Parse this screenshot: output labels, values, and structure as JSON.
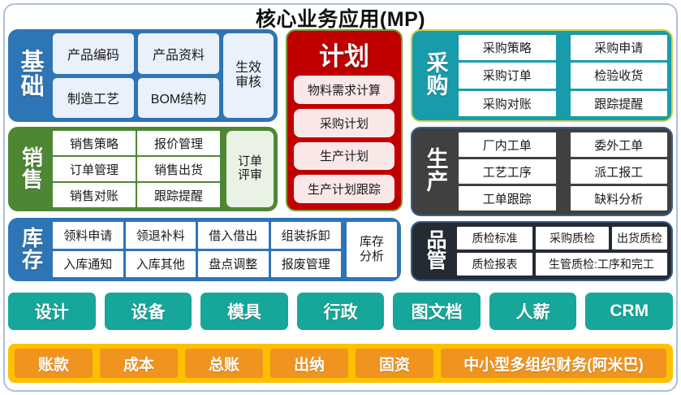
{
  "header": {
    "title": "核心业务应用(MP)"
  },
  "panels": {
    "basic": {
      "title": "基础",
      "color": "#2E75B6",
      "cells": [
        "产品编码",
        "产品资料",
        "制造工艺",
        "BOM结构"
      ],
      "side_cell": "生效\n审核",
      "side_cell_line1": "生效",
      "side_cell_line2": "审核"
    },
    "sales": {
      "title": "销售",
      "color": "#4E8734",
      "cells": [
        "销售策略",
        "报价管理",
        "订单管理",
        "销售出货",
        "销售对账",
        "跟踪提醒"
      ],
      "side_cell_line1": "订单",
      "side_cell_line2": "评审"
    },
    "stock": {
      "title": "库存",
      "color": "#2E75B6",
      "cells": [
        "领料申请",
        "领退补料",
        "借入借出",
        "组装拆卸",
        "入库通知",
        "入库其他",
        "盘点调整",
        "报废管理"
      ],
      "side_cell_line1": "库存",
      "side_cell_line2": "分析"
    },
    "plan": {
      "title": "计划",
      "color": "#C00000",
      "border_color": "#7A9C3C",
      "cells": [
        "物料需求计算",
        "采购计划",
        "生产计划",
        "生产计划跟踪"
      ]
    },
    "purchase": {
      "title": "采购",
      "color": "#189CAB",
      "border_color": "#C8D449",
      "cells": [
        "采购策略",
        "采购申请",
        "采购订单",
        "检验收货",
        "采购对账",
        "跟踪提醒"
      ]
    },
    "production": {
      "title": "生产",
      "color": "#404040",
      "border_color": "#3C5F8A",
      "cells": [
        "厂内工单",
        "委外工单",
        "工艺工序",
        "派工报工",
        "工单跟踪",
        "缺料分析"
      ]
    },
    "quality": {
      "title": "品管",
      "color": "#252B33",
      "border_color": "#3C5F8A",
      "row1": [
        "质检标准",
        "采购质检",
        "出货质检"
      ],
      "row2": [
        "质检报表",
        "生管质检:工序和完工"
      ]
    }
  },
  "teal_row": {
    "color": "#16A69A",
    "tiles": [
      "设计",
      "设备",
      "模具",
      "行政",
      "图文档",
      "人薪",
      "CRM"
    ]
  },
  "orange_row": {
    "bg_color": "#FFC000",
    "tile_color": "#F0941F",
    "tiles": [
      "账款",
      "成本",
      "总账",
      "出纳",
      "固资"
    ],
    "wide_tile": "中小型多组织财务(阿米巴)"
  }
}
